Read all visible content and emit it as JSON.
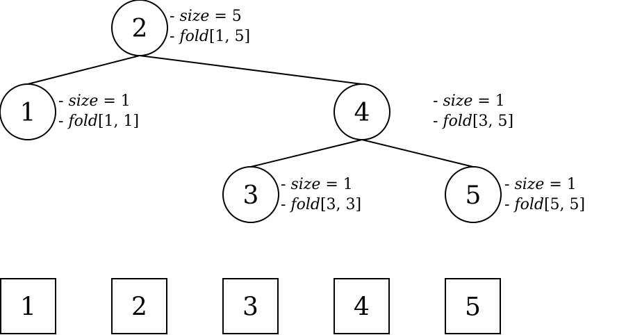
{
  "tree": {
    "nodes": [
      {
        "id": "n2",
        "label": "2",
        "size_text": "5",
        "fold_text": "[1, 5]"
      },
      {
        "id": "n1",
        "label": "1",
        "size_text": "1",
        "fold_text": "[1, 1]"
      },
      {
        "id": "n4",
        "label": "4",
        "size_text": "1",
        "fold_text": "[3, 5]"
      },
      {
        "id": "n3",
        "label": "3",
        "size_text": "1",
        "fold_text": "[3, 3]"
      },
      {
        "id": "n5",
        "label": "5",
        "size_text": "1",
        "fold_text": "[5, 5]"
      }
    ],
    "edges": [
      {
        "from": "n2",
        "to": "n1"
      },
      {
        "from": "n2",
        "to": "n4"
      },
      {
        "from": "n4",
        "to": "n3"
      },
      {
        "from": "n4",
        "to": "n5"
      }
    ],
    "size_word": "size",
    "fold_word": "fold",
    "dash": "-",
    "equals": "="
  },
  "array": {
    "cells": [
      "1",
      "2",
      "3",
      "4",
      "5"
    ]
  }
}
